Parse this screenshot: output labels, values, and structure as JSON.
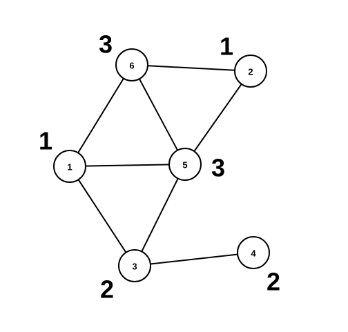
{
  "graph": {
    "nodes": [
      {
        "id": "6",
        "label": "6",
        "weight": "3"
      },
      {
        "id": "2",
        "label": "2",
        "weight": "1"
      },
      {
        "id": "1",
        "label": "1",
        "weight": "1"
      },
      {
        "id": "5",
        "label": "5",
        "weight": "3"
      },
      {
        "id": "3",
        "label": "3",
        "weight": "2"
      },
      {
        "id": "4",
        "label": "4",
        "weight": "2"
      }
    ],
    "edges": [
      {
        "from": "6",
        "to": "2"
      },
      {
        "from": "6",
        "to": "1"
      },
      {
        "from": "6",
        "to": "5"
      },
      {
        "from": "2",
        "to": "5"
      },
      {
        "from": "1",
        "to": "5"
      },
      {
        "from": "1",
        "to": "3"
      },
      {
        "from": "5",
        "to": "3"
      },
      {
        "from": "3",
        "to": "4"
      }
    ]
  },
  "colors": {
    "stroke": "#000000",
    "node_fill": "#ffffff",
    "background": "#ffffff"
  }
}
